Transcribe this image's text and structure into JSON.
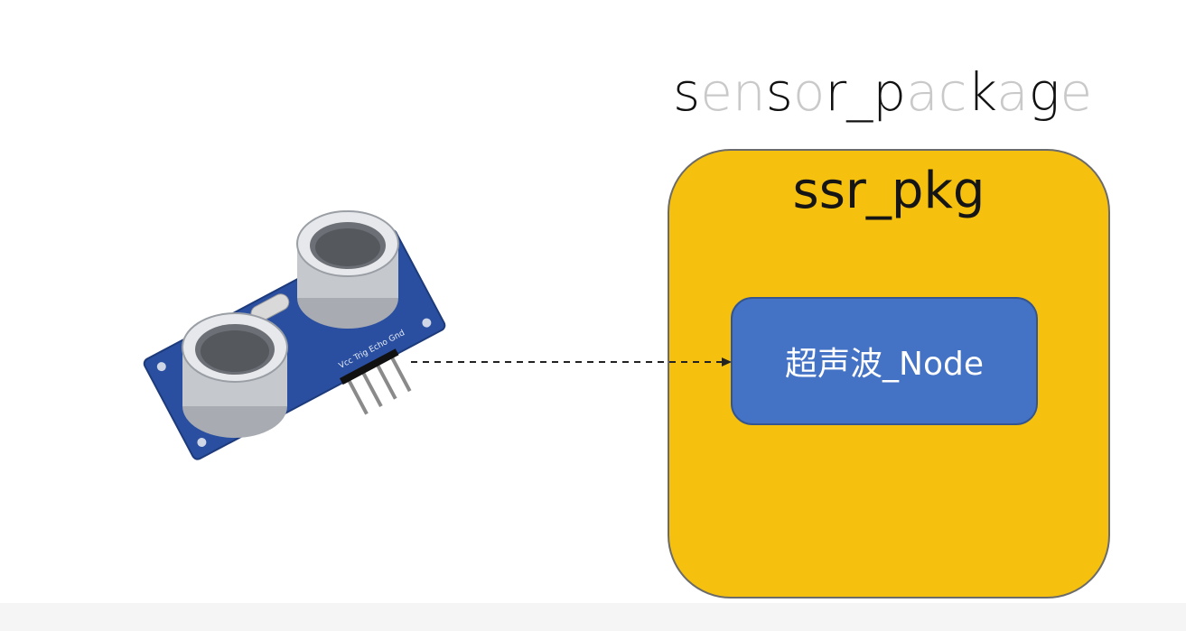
{
  "title": {
    "segments": [
      {
        "text": "s",
        "tone": "dark"
      },
      {
        "text": "en",
        "tone": "light"
      },
      {
        "text": "s",
        "tone": "dark"
      },
      {
        "text": "o",
        "tone": "light"
      },
      {
        "text": "r_p",
        "tone": "dark"
      },
      {
        "text": "ac",
        "tone": "light"
      },
      {
        "text": "k",
        "tone": "dark"
      },
      {
        "text": "a",
        "tone": "light"
      },
      {
        "text": "g",
        "tone": "dark"
      },
      {
        "text": "e",
        "tone": "light"
      }
    ]
  },
  "package": {
    "label": "ssr_pkg",
    "color": "#f5c00e"
  },
  "node": {
    "label": "超声波_Node",
    "color": "#4472c4"
  },
  "sensor": {
    "icon": "ultrasonic-sensor-icon",
    "board_color": "#2a4fa0"
  }
}
